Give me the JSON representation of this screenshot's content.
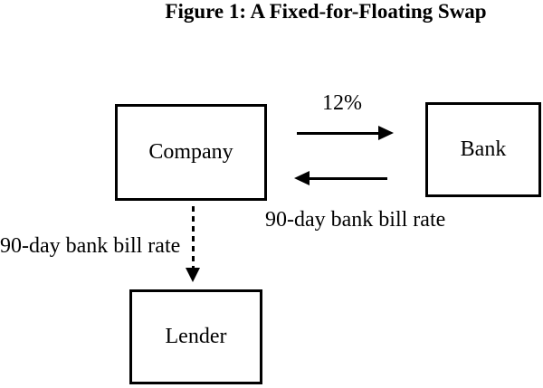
{
  "figure": {
    "title": "Figure 1: A Fixed-for-Floating Swap",
    "nodes": {
      "company": "Company",
      "bank": "Bank",
      "lender": "Lender"
    },
    "labels": {
      "fixed_rate": "12%",
      "floating_rate_to_company": "90-day bank bill rate",
      "floating_rate_to_lender": "90-day bank bill rate"
    },
    "colors": {
      "ink": "#000000",
      "background": "#ffffff"
    }
  }
}
